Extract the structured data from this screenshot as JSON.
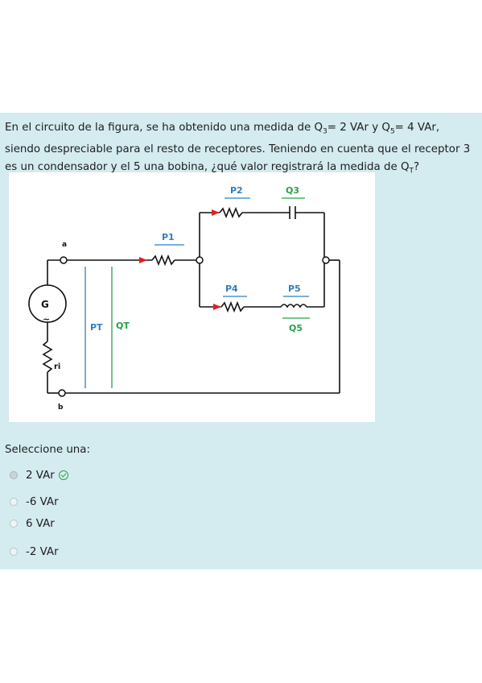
{
  "question": {
    "part1": "En el circuito de la figura, se ha obtenido una medida de Q",
    "sub3": "3",
    "part2": "= 2 VAr y  Q",
    "sub5": "5",
    "part3": "= 4 VAr, siendo despreciable para el resto de receptores. Teniendo en cuenta que el receptor 3 es un condensador y el 5 una bobina, ¿qué valor registrará la medida de Q",
    "subT": "T",
    "part4": "?"
  },
  "figure": {
    "labels": {
      "P2": "P2",
      "Q3": "Q3",
      "P1": "P1",
      "a": "a",
      "P4": "P4",
      "P5": "P5",
      "G": "G",
      "tilde": "~",
      "PT": "PT",
      "QT": "QT",
      "Q5": "Q5",
      "ri": "ri",
      "b": "b"
    },
    "colors": {
      "blue": "#2f7fc1",
      "green": "#27a14a",
      "red": "#e02020",
      "wire": "#111111"
    }
  },
  "prompt": "Seleccione una:",
  "options": [
    {
      "label": "2 VAr",
      "selected": true,
      "correct": true
    },
    {
      "label": "-6 VAr",
      "selected": false
    },
    {
      "label": "6 VAr",
      "selected": false
    },
    {
      "label": "-2 VAr",
      "selected": false
    }
  ]
}
